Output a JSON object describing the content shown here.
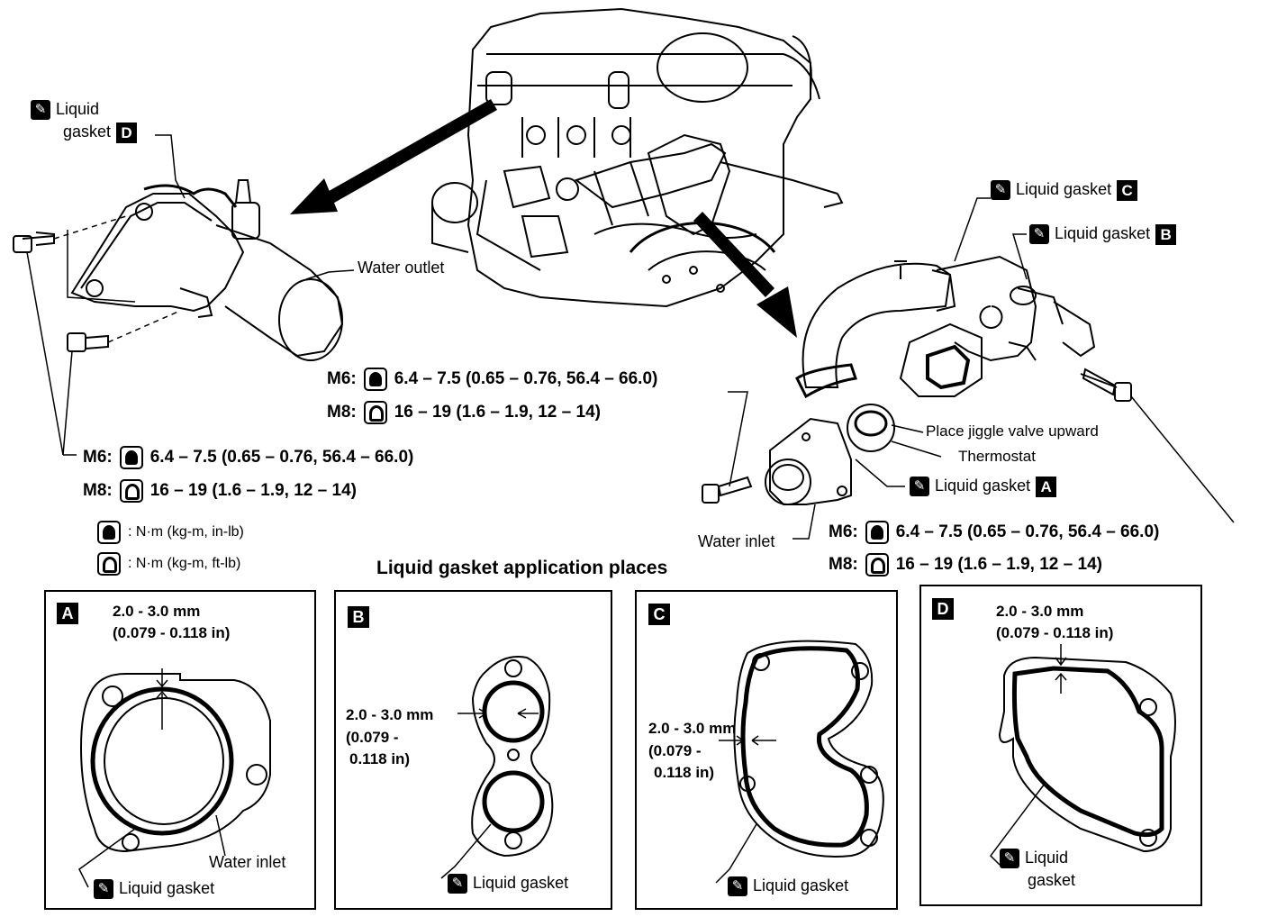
{
  "labels": {
    "top_left_liquid": "Liquid",
    "top_left_gasket": "gasket",
    "water_outlet": "Water outlet",
    "liquid_gasket_c": "Liquid gasket",
    "liquid_gasket_b": "Liquid gasket",
    "jiggle": "Place jiggle valve upward",
    "thermostat": "Thermostat",
    "liquid_gasket_a": "Liquid gasket",
    "water_inlet": "Water inlet",
    "section_title": "Liquid gasket application places",
    "legend_filled": ": N·m (kg-m, in-lb)",
    "legend_open": ": N·m (kg-m, ft-lb)"
  },
  "letters": {
    "a": "A",
    "b": "B",
    "c": "C",
    "d": "D"
  },
  "torque": {
    "m6_label": "M6:",
    "m8_label": "M8:",
    "m6_value": "6.4 – 7.5 (0.65 – 0.76, 56.4 – 66.0)",
    "m8_value": "16 – 19 (1.6 – 1.9, 12 – 14)"
  },
  "panels": {
    "a": {
      "dim1": "2.0 - 3.0 mm",
      "dim2": "(0.079 - 0.118 in)",
      "water_inlet": "Water inlet",
      "gasket": "Liquid gasket"
    },
    "b": {
      "dim1": "2.0 - 3.0 mm",
      "dim2": "(0.079 -",
      "dim3": "0.118 in)",
      "gasket": "Liquid gasket"
    },
    "c": {
      "dim1": "2.0 - 3.0 mm",
      "dim2": "(0.079 -",
      "dim3": "0.118 in)",
      "gasket": "Liquid gasket"
    },
    "d": {
      "dim1": "2.0 - 3.0 mm",
      "dim2": "(0.079 - 0.118 in)",
      "gasket1": "Liquid",
      "gasket2": "gasket"
    }
  }
}
